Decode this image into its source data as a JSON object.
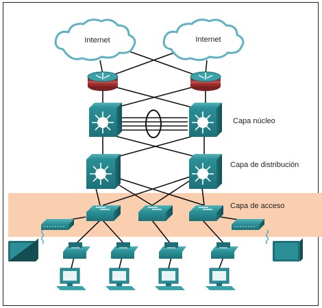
{
  "diagram": {
    "clouds": [
      {
        "id": "internet-left",
        "label": "Internet"
      },
      {
        "id": "internet-right",
        "label": "Internet"
      }
    ],
    "layers": {
      "core": "Capa núcleo",
      "distribution": "Capa de distribución",
      "access": "Capa de acceso"
    },
    "colors": {
      "device_teal": "#1f7a82",
      "device_teal_light": "#3aa3a9",
      "cloud_stroke": "#5fb1c4",
      "access_band": "#f9cfb0",
      "router_red": "#9a2b2b",
      "link": "#111111"
    },
    "icons": [
      "cloud-icon",
      "router-icon",
      "multilayer-switch-icon",
      "switch-icon",
      "wireless-ap-icon",
      "tablet-icon",
      "ip-phone-icon",
      "pc-icon"
    ]
  }
}
